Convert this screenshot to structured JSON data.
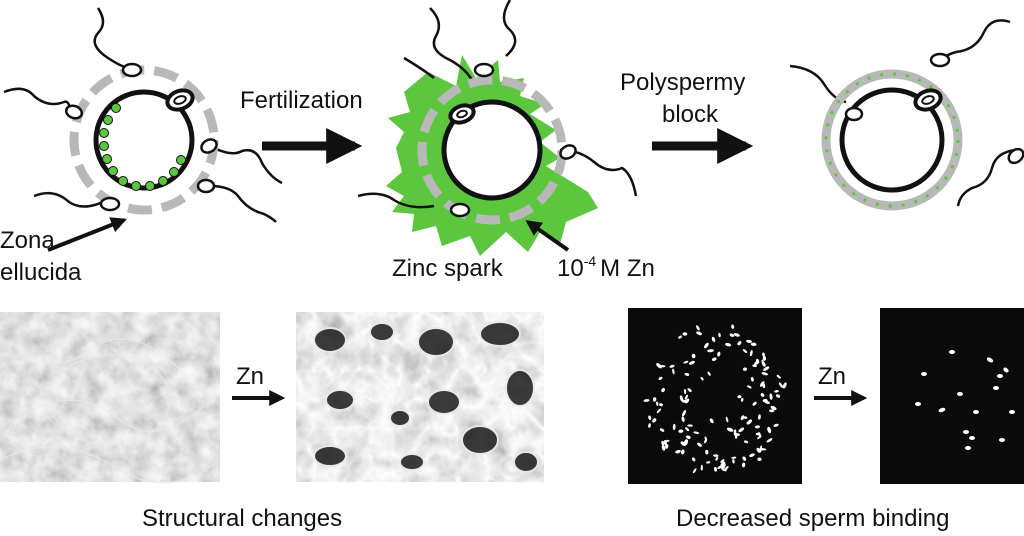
{
  "labels": {
    "fertilization": "Fertilization",
    "polyspermy_line1": "Polyspermy",
    "polyspermy_line2": "block",
    "zona_line1": "Zona",
    "zona_line2": "ellucida",
    "zinc_spark": "Zinc spark",
    "concentration_base": "10",
    "concentration_exp": "-4",
    "concentration_unit": "M Zn",
    "zn_left": "Zn",
    "zn_right": "Zn"
  },
  "captions": {
    "structural": "Structural changes",
    "binding": "Decreased sperm binding"
  },
  "colors": {
    "zinc_green": "#5cc63f",
    "zona_gray": "#b8b8b8",
    "outline": "#111111",
    "panel_dark": "#0a0a0a"
  }
}
